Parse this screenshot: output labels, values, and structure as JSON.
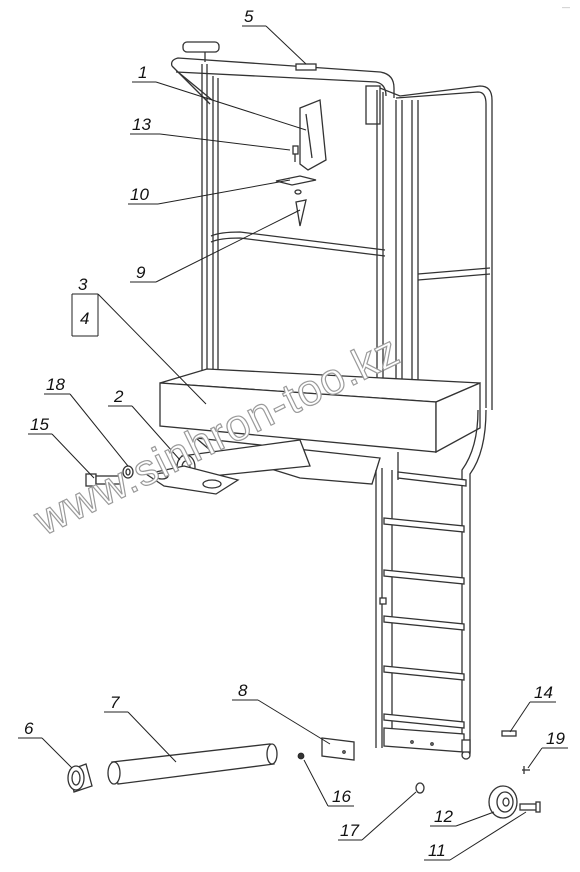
{
  "watermark": "www.sinhron-too.kz",
  "corner_mark": "—",
  "callouts": [
    {
      "id": "c5",
      "text": "5"
    },
    {
      "id": "c1",
      "text": "1"
    },
    {
      "id": "c13",
      "text": "13"
    },
    {
      "id": "c10",
      "text": "10"
    },
    {
      "id": "c9",
      "text": "9"
    },
    {
      "id": "c3",
      "text": "3"
    },
    {
      "id": "c4",
      "text": "4"
    },
    {
      "id": "c18",
      "text": "18"
    },
    {
      "id": "c2",
      "text": "2"
    },
    {
      "id": "c15",
      "text": "15"
    },
    {
      "id": "c8",
      "text": "8"
    },
    {
      "id": "c14",
      "text": "14"
    },
    {
      "id": "c19",
      "text": "19"
    },
    {
      "id": "c6",
      "text": "6"
    },
    {
      "id": "c7",
      "text": "7"
    },
    {
      "id": "c16",
      "text": "16"
    },
    {
      "id": "c17",
      "text": "17"
    },
    {
      "id": "c12",
      "text": "12"
    },
    {
      "id": "c11",
      "text": "11"
    }
  ]
}
